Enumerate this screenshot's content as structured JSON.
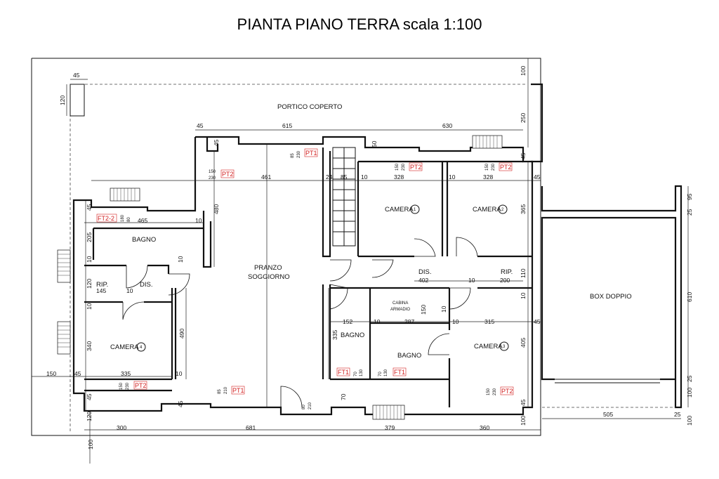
{
  "title": "PIANTA PIANO TERRA scala 1:100",
  "rooms": {
    "portico": "PORTICO COPERTO",
    "pranzo_1": "PRANZO",
    "pranzo_2": "SOGGIORNO",
    "camera1": "CAMERA",
    "camera1_num": "1",
    "camera2": "CAMERA",
    "camera2_num": "2",
    "camera3": "CAMERA",
    "camera3_num": "3",
    "camera4": "CAMERA",
    "camera4_num": "4",
    "bagno_left": "BAGNO",
    "bagno_mid": "BAGNO",
    "bagno_right": "BAGNO",
    "dis_left": "DIS.",
    "dis_right": "DIS.",
    "rip_left": "RIP.",
    "rip_right": "RIP.",
    "cabina_1": "CABINA",
    "cabina_2": "ARMADIO",
    "box": "BOX DOPPIO"
  },
  "tags": {
    "pt1_top": "PT1",
    "pt2_left": "PT2",
    "pt2_c1": "PT2",
    "pt2_c2": "PT2",
    "ft2": "FT2-2",
    "pt2_c4": "PT2",
    "pt1_bottom": "PT1",
    "ft1_a": "FT1",
    "ft1_b": "FT1",
    "pt2_c3": "PT2"
  },
  "small_labels": {
    "pt1_top_a": "85",
    "pt1_top_b": "230",
    "pt2_left_a": "150",
    "pt2_left_b": "230",
    "pt2_c1_a": "150",
    "pt2_c1_b": "230",
    "pt2_c2_a": "150",
    "pt2_c2_b": "230",
    "ft2_a": "180",
    "ft2_b": "80",
    "pt2_c4_a": "150",
    "pt2_c4_b": "230",
    "pt1_bottom_a": "85",
    "pt1_bottom_b": "210",
    "door_a": "80",
    "door_b": "210",
    "ft1_a_a": "70",
    "ft1_a_b": "130",
    "ft1_b_a": "70",
    "ft1_b_b": "130",
    "pt2_c3_a": "150",
    "pt2_c3_b": "230"
  },
  "dims": {
    "d45_top": "45",
    "d120_topleft": "120",
    "d100_topright": "100",
    "d250_right": "250",
    "d45_portico": "45",
    "d615": "615",
    "d630": "630",
    "d45_a": "45",
    "d50": "50",
    "d45_right": "45",
    "d461": "461",
    "d24": "24",
    "d85": "85",
    "d10_a": "10",
    "d328_a": "328",
    "d10_b": "10",
    "d328_b": "328",
    "d45_c": "45",
    "d95": "95",
    "d25_a": "25",
    "d365": "365",
    "d480": "480",
    "d45_bagno": "45",
    "d465": "465",
    "d10_bagno": "10",
    "d205": "205",
    "d10_left_a": "10",
    "d10_left_b": "10",
    "d120_dis": "120",
    "d145": "145",
    "d10_dis": "10",
    "d10_left_c": "10",
    "d402": "402",
    "d10_dis_r": "10",
    "d110": "110",
    "d200": "200",
    "d10_rip": "10",
    "d610": "610",
    "d152": "152",
    "d10_m": "10",
    "d287": "287",
    "d10_n": "10",
    "d315": "315",
    "d45_d": "45",
    "d150_cab": "150",
    "d10_cab": "10",
    "d340": "340",
    "d490": "490",
    "d335_v": "335",
    "d405": "405",
    "d150_left": "150",
    "d45_left": "45",
    "d335": "335",
    "d10_e": "10",
    "d45_bl": "45",
    "d45_bl2": "45",
    "d70": "70",
    "d45_br": "45",
    "d25_b": "25",
    "d100_br": "100",
    "d120_bl": "120",
    "d300": "300",
    "d681": "681",
    "d379": "379",
    "d360": "360",
    "d505": "505",
    "d25_c": "25",
    "d100_bottom": "100",
    "d100_left": "100",
    "d100_right": "100"
  },
  "room_dimension": {}
}
